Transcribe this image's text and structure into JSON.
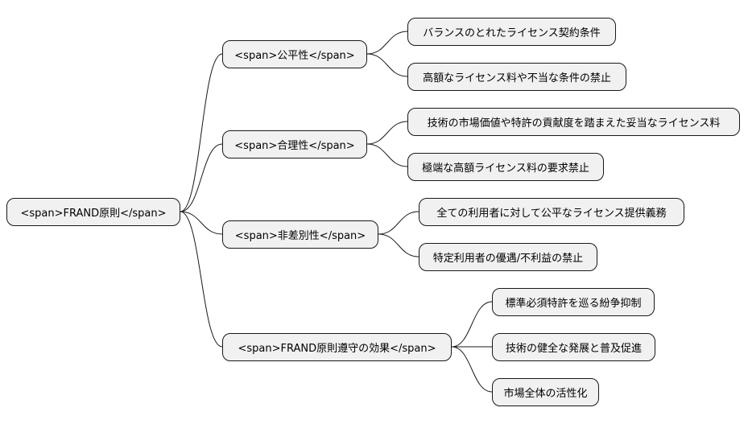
{
  "mindmap": {
    "root": "<span>FRAND原則</span>",
    "branches": [
      {
        "label": "<span>公平性</span>",
        "children": [
          "バランスのとれたライセンス契約条件",
          "高額なライセンス料や不当な条件の禁止"
        ]
      },
      {
        "label": "<span>合理性</span>",
        "children": [
          "技術の市場価値や特許の貢献度を踏まえた妥当なライセンス料",
          "極端な高額ライセンス料の要求禁止"
        ]
      },
      {
        "label": "<span>非差別性</span>",
        "children": [
          "全ての利用者に対して公平なライセンス提供義務",
          "特定利用者の優遇/不利益の禁止"
        ]
      },
      {
        "label": "<span>FRAND原則遵守の効果</span>",
        "children": [
          "標準必須特許を巡る紛争抑制",
          "技術の健全な発展と普及促進",
          "市場全体の活性化"
        ]
      }
    ]
  }
}
